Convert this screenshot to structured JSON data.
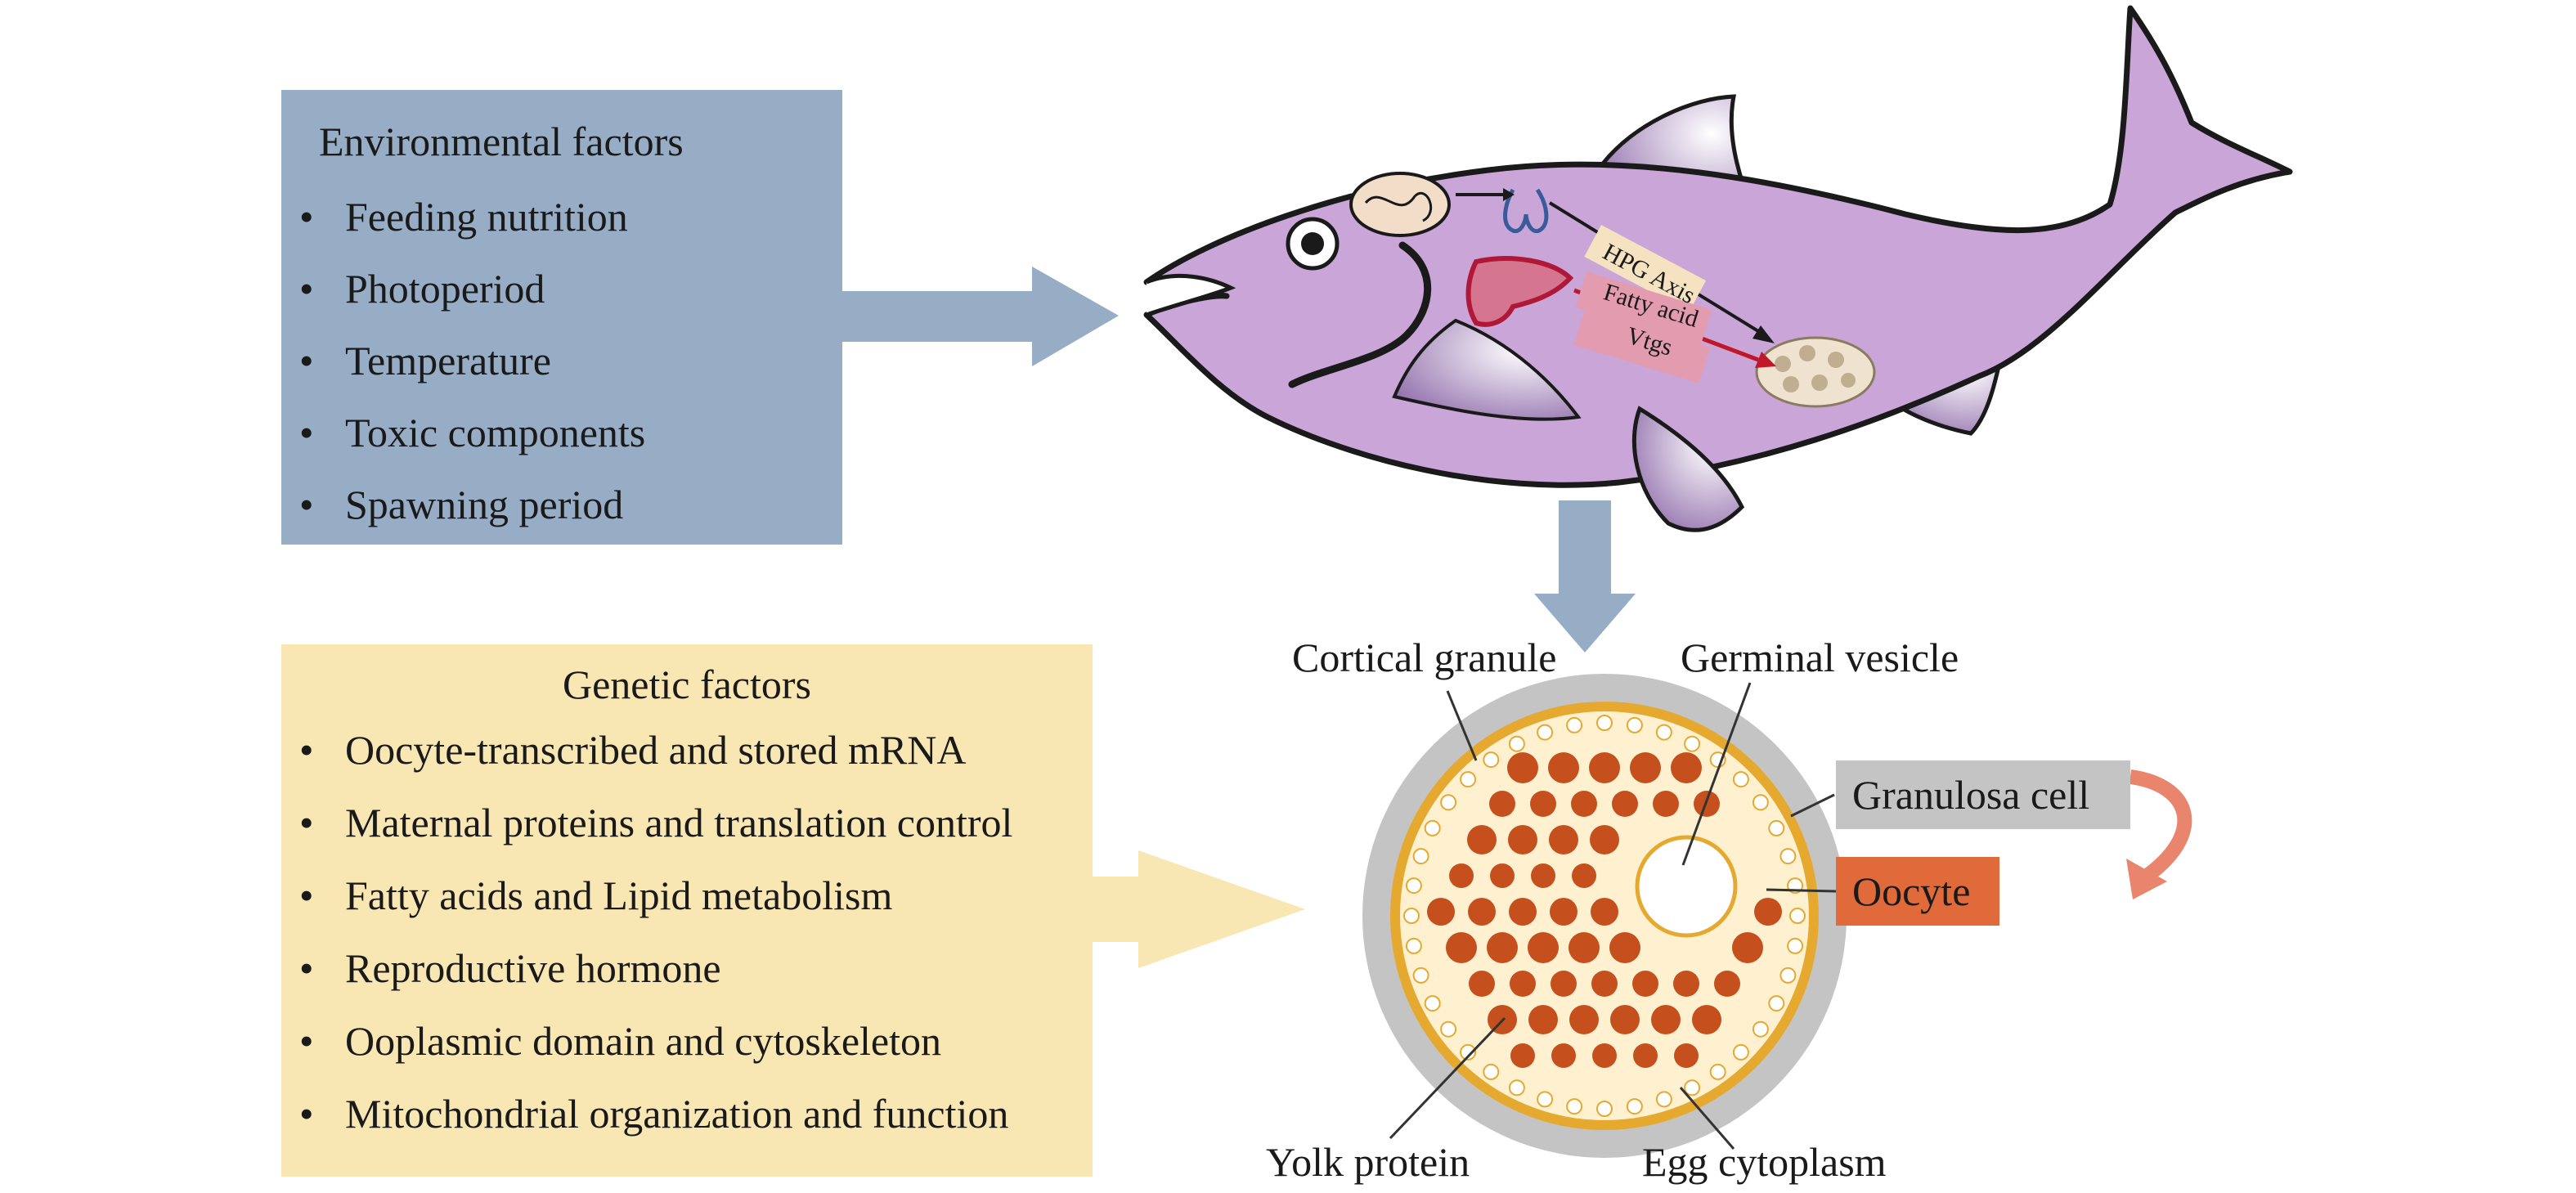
{
  "environmental": {
    "title": "Environmental factors",
    "items": [
      "Feeding nutrition",
      "Photoperiod",
      "Temperature",
      "Toxic components",
      "Spawning period"
    ]
  },
  "genetic": {
    "title": "Genetic factors",
    "items": [
      "Oocyte-transcribed and stored mRNA",
      "Maternal proteins and translation control",
      "Fatty acids and Lipid metabolism",
      "Reproductive hormone",
      "Ooplasmic domain and cytoskeleton",
      "Mitochondrial organization and function"
    ]
  },
  "fish": {
    "hpg_label": "HPG Axis",
    "fatty_label": "Fatty acid",
    "vtgs_label": "Vtgs"
  },
  "oocyte_diagram": {
    "cortical_granule": "Cortical granule",
    "germinal_vesicle": "Germinal vesicle",
    "granulosa_cell": "Granulosa cell",
    "oocyte": "Oocyte",
    "yolk_protein": "Yolk protein",
    "egg_cytoplasm": "Egg cytoplasm"
  },
  "colors": {
    "environmental_box": "#97adc5",
    "genetic_box": "#f8e6b3",
    "fish_body": "#c9a5d8",
    "yolk": "#c5501e",
    "oocyte_tag": "#e06a3a",
    "granulosa_tag": "#c4c4c4"
  }
}
